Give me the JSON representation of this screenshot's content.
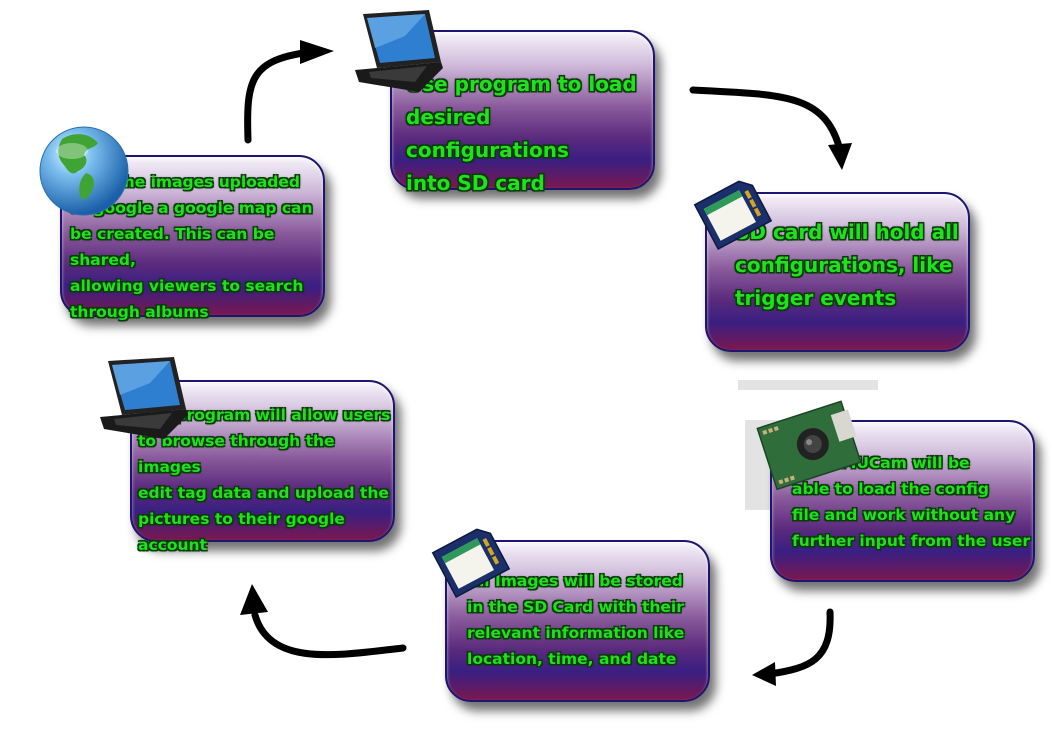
{
  "steps": [
    {
      "id": "upload",
      "text": "With the images uploaded\nto google a google map can\nbe created. This can be shared,\nallowing viewers to search\nthrough albums",
      "icon": "globe-icon"
    },
    {
      "id": "load-config",
      "text": "Use program to load\ndesired configurations\ninto SD card",
      "icon": "laptop-icon"
    },
    {
      "id": "sd-hold",
      "text": "SD card will hold all\nconfigurations, like\ntrigger events",
      "icon": "sd-card-icon"
    },
    {
      "id": "cmucam",
      "text": "The CMUCam will be\nable to load the config\nfile and work without any\nfurther input from the user",
      "icon": "camera-board-icon"
    },
    {
      "id": "stored",
      "text": "All Images will be stored\nin the SD Card with their\nrelevant information like\nlocation, time, and date",
      "icon": "sd-card-icon"
    },
    {
      "id": "browse",
      "text": "The program will allow users\nto browse through the images\nedit tag data and upload the\npictures to their google account",
      "icon": "laptop-icon"
    }
  ],
  "colors": {
    "text": "#21e01e",
    "text_outline": "#0a3a08",
    "card_border": "#1c1670",
    "arrow": "#000000"
  }
}
